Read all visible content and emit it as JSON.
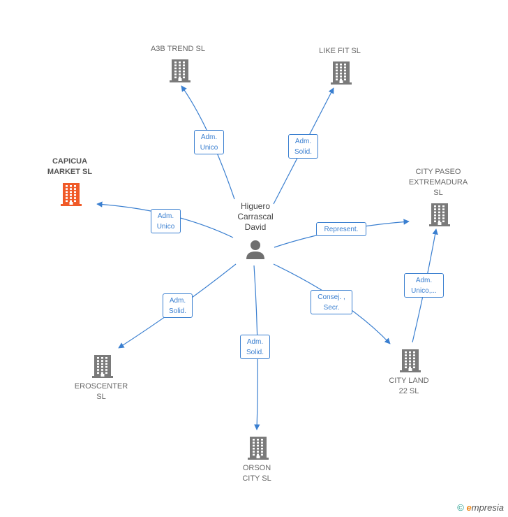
{
  "person": {
    "name": "Higuero\nCarrascal\nDavid",
    "icon": "person-icon"
  },
  "companies": [
    {
      "id": "a3b",
      "label": "A3B TREND  SL",
      "highlight": false
    },
    {
      "id": "likefit",
      "label": "LIKE FIT  SL",
      "highlight": false
    },
    {
      "id": "capicua",
      "label": "CAPICUA\nMARKET  SL",
      "highlight": true
    },
    {
      "id": "cityPaseo",
      "label": "CITY PASEO\nEXTREMADURA\nSL",
      "highlight": false
    },
    {
      "id": "erosc",
      "label": "EROSCENTER\nSL",
      "highlight": false
    },
    {
      "id": "orson",
      "label": "ORSON\nCITY  SL",
      "highlight": false
    },
    {
      "id": "cityLand",
      "label": "CITY LAND\n22  SL",
      "highlight": false
    }
  ],
  "relations": [
    {
      "id": "r-a3b",
      "label": "Adm.\nUnico"
    },
    {
      "id": "r-likefit",
      "label": "Adm.\nSolid."
    },
    {
      "id": "r-capicua",
      "label": "Adm.\nUnico"
    },
    {
      "id": "r-cityPaseo",
      "label": "Represent."
    },
    {
      "id": "r-erosc",
      "label": "Adm.\nSolid."
    },
    {
      "id": "r-orson",
      "label": "Adm.\nSolid."
    },
    {
      "id": "r-cityLand",
      "label": "Consej. ,\nSecr."
    },
    {
      "id": "r-land-paseo",
      "label": "Adm.\nUnico,..."
    }
  ],
  "colors": {
    "edge": "#3a7fd0",
    "building": "#7a7a7a",
    "highlight": "#f05a28",
    "person": "#6f6f6f"
  },
  "footer": {
    "copyright": "©",
    "brand_first": "e",
    "brand_rest": "mpresia"
  }
}
